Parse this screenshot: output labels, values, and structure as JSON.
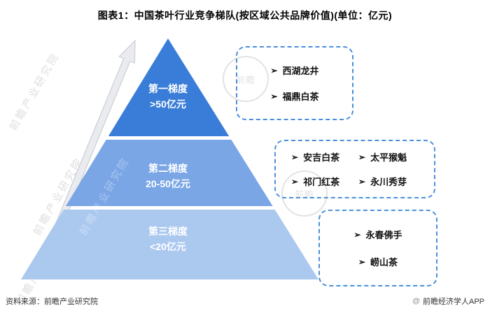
{
  "title": "图表1：中国茶叶行业竞争梯队(按区域公共品牌价值)(单位：亿元)",
  "bullet": "➢",
  "pyramid": {
    "tiers": [
      {
        "name": "第一梯度",
        "range": ">50亿元",
        "color": "#3a7dd8"
      },
      {
        "name": "第二梯度",
        "range": "20-50亿元",
        "color": "#7aa6e6"
      },
      {
        "name": "第三梯度",
        "range": "<20亿元",
        "color": "#abc8ef"
      }
    ]
  },
  "tier_boxes": [
    {
      "items": [
        "西湖龙井",
        "福鼎白茶"
      ]
    },
    {
      "grid": [
        [
          "安吉白茶",
          "太平猴魁"
        ],
        [
          "祁门红茶",
          "永川秀芽"
        ]
      ]
    },
    {
      "items": [
        "永春佛手",
        "崂山茶"
      ]
    }
  ],
  "footer": {
    "source": "资料来源：前瞻产业研究院",
    "credit_symbol": "@",
    "credit": "前瞻经济学人APP"
  },
  "watermark": {
    "text": "前瞻产业研究院",
    "logo_text": "前瞻"
  }
}
